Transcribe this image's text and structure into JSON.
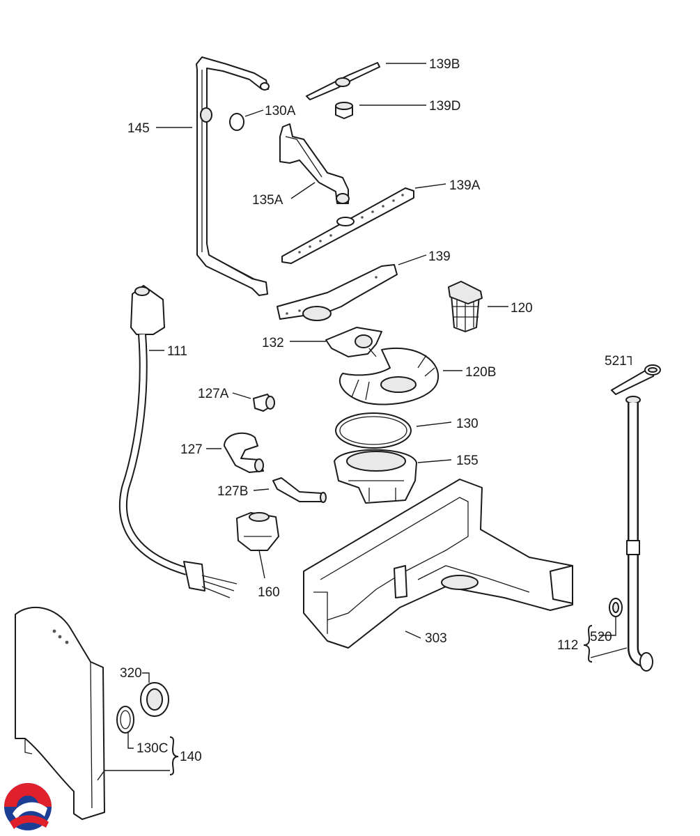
{
  "labels": {
    "p145": "145",
    "p130A": "130A",
    "p139B": "139B",
    "p139D": "139D",
    "p135A": "135A",
    "p139A": "139A",
    "p139": "139",
    "p120": "120",
    "p111": "111",
    "p132": "132",
    "p120B": "120B",
    "p521": "521",
    "p127A": "127A",
    "p130": "130",
    "p127": "127",
    "p155": "155",
    "p127B": "127B",
    "p160": "160",
    "p303": "303",
    "p320": "320",
    "p112": "112",
    "p520": "520",
    "p130C": "130C",
    "p140": "140"
  },
  "colors": {
    "line": "#1a1a1a",
    "logo_red": "#e0202a",
    "logo_blue": "#1c3f95"
  }
}
